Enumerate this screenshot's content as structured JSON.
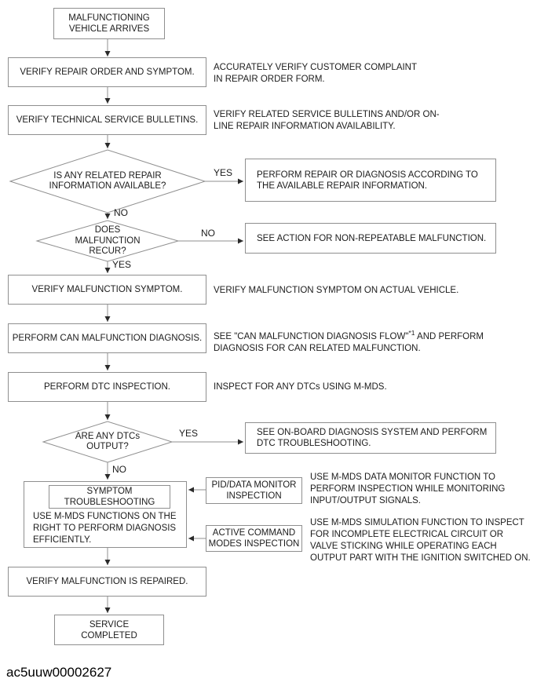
{
  "colors": {
    "line": "#8f8f8f",
    "arrowhead": "#2a2a2a",
    "text": "#1c1c1c",
    "background": "#ffffff"
  },
  "nodes": {
    "start": {
      "label": "MALFUNCTIONING\nVEHICLE ARRIVES"
    },
    "verify_repair_order": {
      "label": "VERIFY REPAIR ORDER AND SYMPTOM.",
      "note": "ACCURATELY VERIFY CUSTOMER COMPLAINT\nIN REPAIR ORDER FORM."
    },
    "verify_tsb": {
      "label": "VERIFY TECHNICAL SERVICE BULLETINS.",
      "note": "VERIFY RELATED SERVICE BULLETINS AND/OR ON-\nLINE REPAIR INFORMATION AVAILABILITY."
    },
    "decision_repair_info": {
      "label": "IS ANY RELATED REPAIR\nINFORMATION AVAILABLE?",
      "yes_label": "YES",
      "no_label": "NO"
    },
    "action_perform_repair": {
      "label": "PERFORM REPAIR OR DIAGNOSIS ACCORDING TO\nTHE AVAILABLE REPAIR INFORMATION."
    },
    "decision_malfunction_recur": {
      "label": "DOES\nMALFUNCTION\nRECUR?",
      "yes_label": "YES",
      "no_label": "NO"
    },
    "action_non_repeatable": {
      "label": "SEE ACTION FOR NON-REPEATABLE MALFUNCTION."
    },
    "verify_symptom": {
      "label": "VERIFY MALFUNCTION SYMPTOM.",
      "note": "VERIFY MALFUNCTION SYMPTOM ON ACTUAL VEHICLE."
    },
    "can_diagnosis": {
      "label": "PERFORM CAN MALFUNCTION DIAGNOSIS.",
      "note_pre": "SEE \"CAN MALFUNCTION DIAGNOSIS FLOW\"",
      "note_sup": "*1",
      "note_post": " AND PERFORM\nDIAGNOSIS FOR CAN RELATED MALFUNCTION."
    },
    "dtc_inspection": {
      "label": "PERFORM DTC INSPECTION.",
      "note": "INSPECT FOR ANY DTCs USING M-MDS."
    },
    "decision_dtcs_output": {
      "label": "ARE ANY DTCs\nOUTPUT?",
      "yes_label": "YES",
      "no_label": "NO"
    },
    "action_obd": {
      "label": "SEE ON-BOARD DIAGNOSIS SYSTEM AND PERFORM\nDTC TROUBLESHOOTING."
    },
    "symptom_troubleshooting": {
      "title": "SYMPTOM\nTROUBLESHOOTING",
      "body": "USE M-MDS FUNCTIONS ON THE\nRIGHT TO PERFORM DIAGNOSIS\nEFFICIENTLY."
    },
    "pid_monitor": {
      "label": "PID/DATA MONITOR\nINSPECTION",
      "note": "USE M-MDS DATA MONITOR FUNCTION TO\nPERFORM INSPECTION WHILE MONITORING\nINPUT/OUTPUT SIGNALS."
    },
    "active_command": {
      "label": "ACTIVE COMMAND\nMODES INSPECTION",
      "note": "USE M-MDS SIMULATION FUNCTION TO INSPECT\nFOR INCOMPLETE ELECTRICAL CIRCUIT OR\nVALVE STICKING WHILE OPERATING EACH\nOUTPUT PART WITH THE IGNITION SWITCHED ON."
    },
    "verify_repaired": {
      "label": "VERIFY MALFUNCTION IS REPAIRED."
    },
    "service_completed": {
      "label": "SERVICE\nCOMPLETED"
    }
  },
  "footer": {
    "code": "ac5uuw00002627"
  }
}
